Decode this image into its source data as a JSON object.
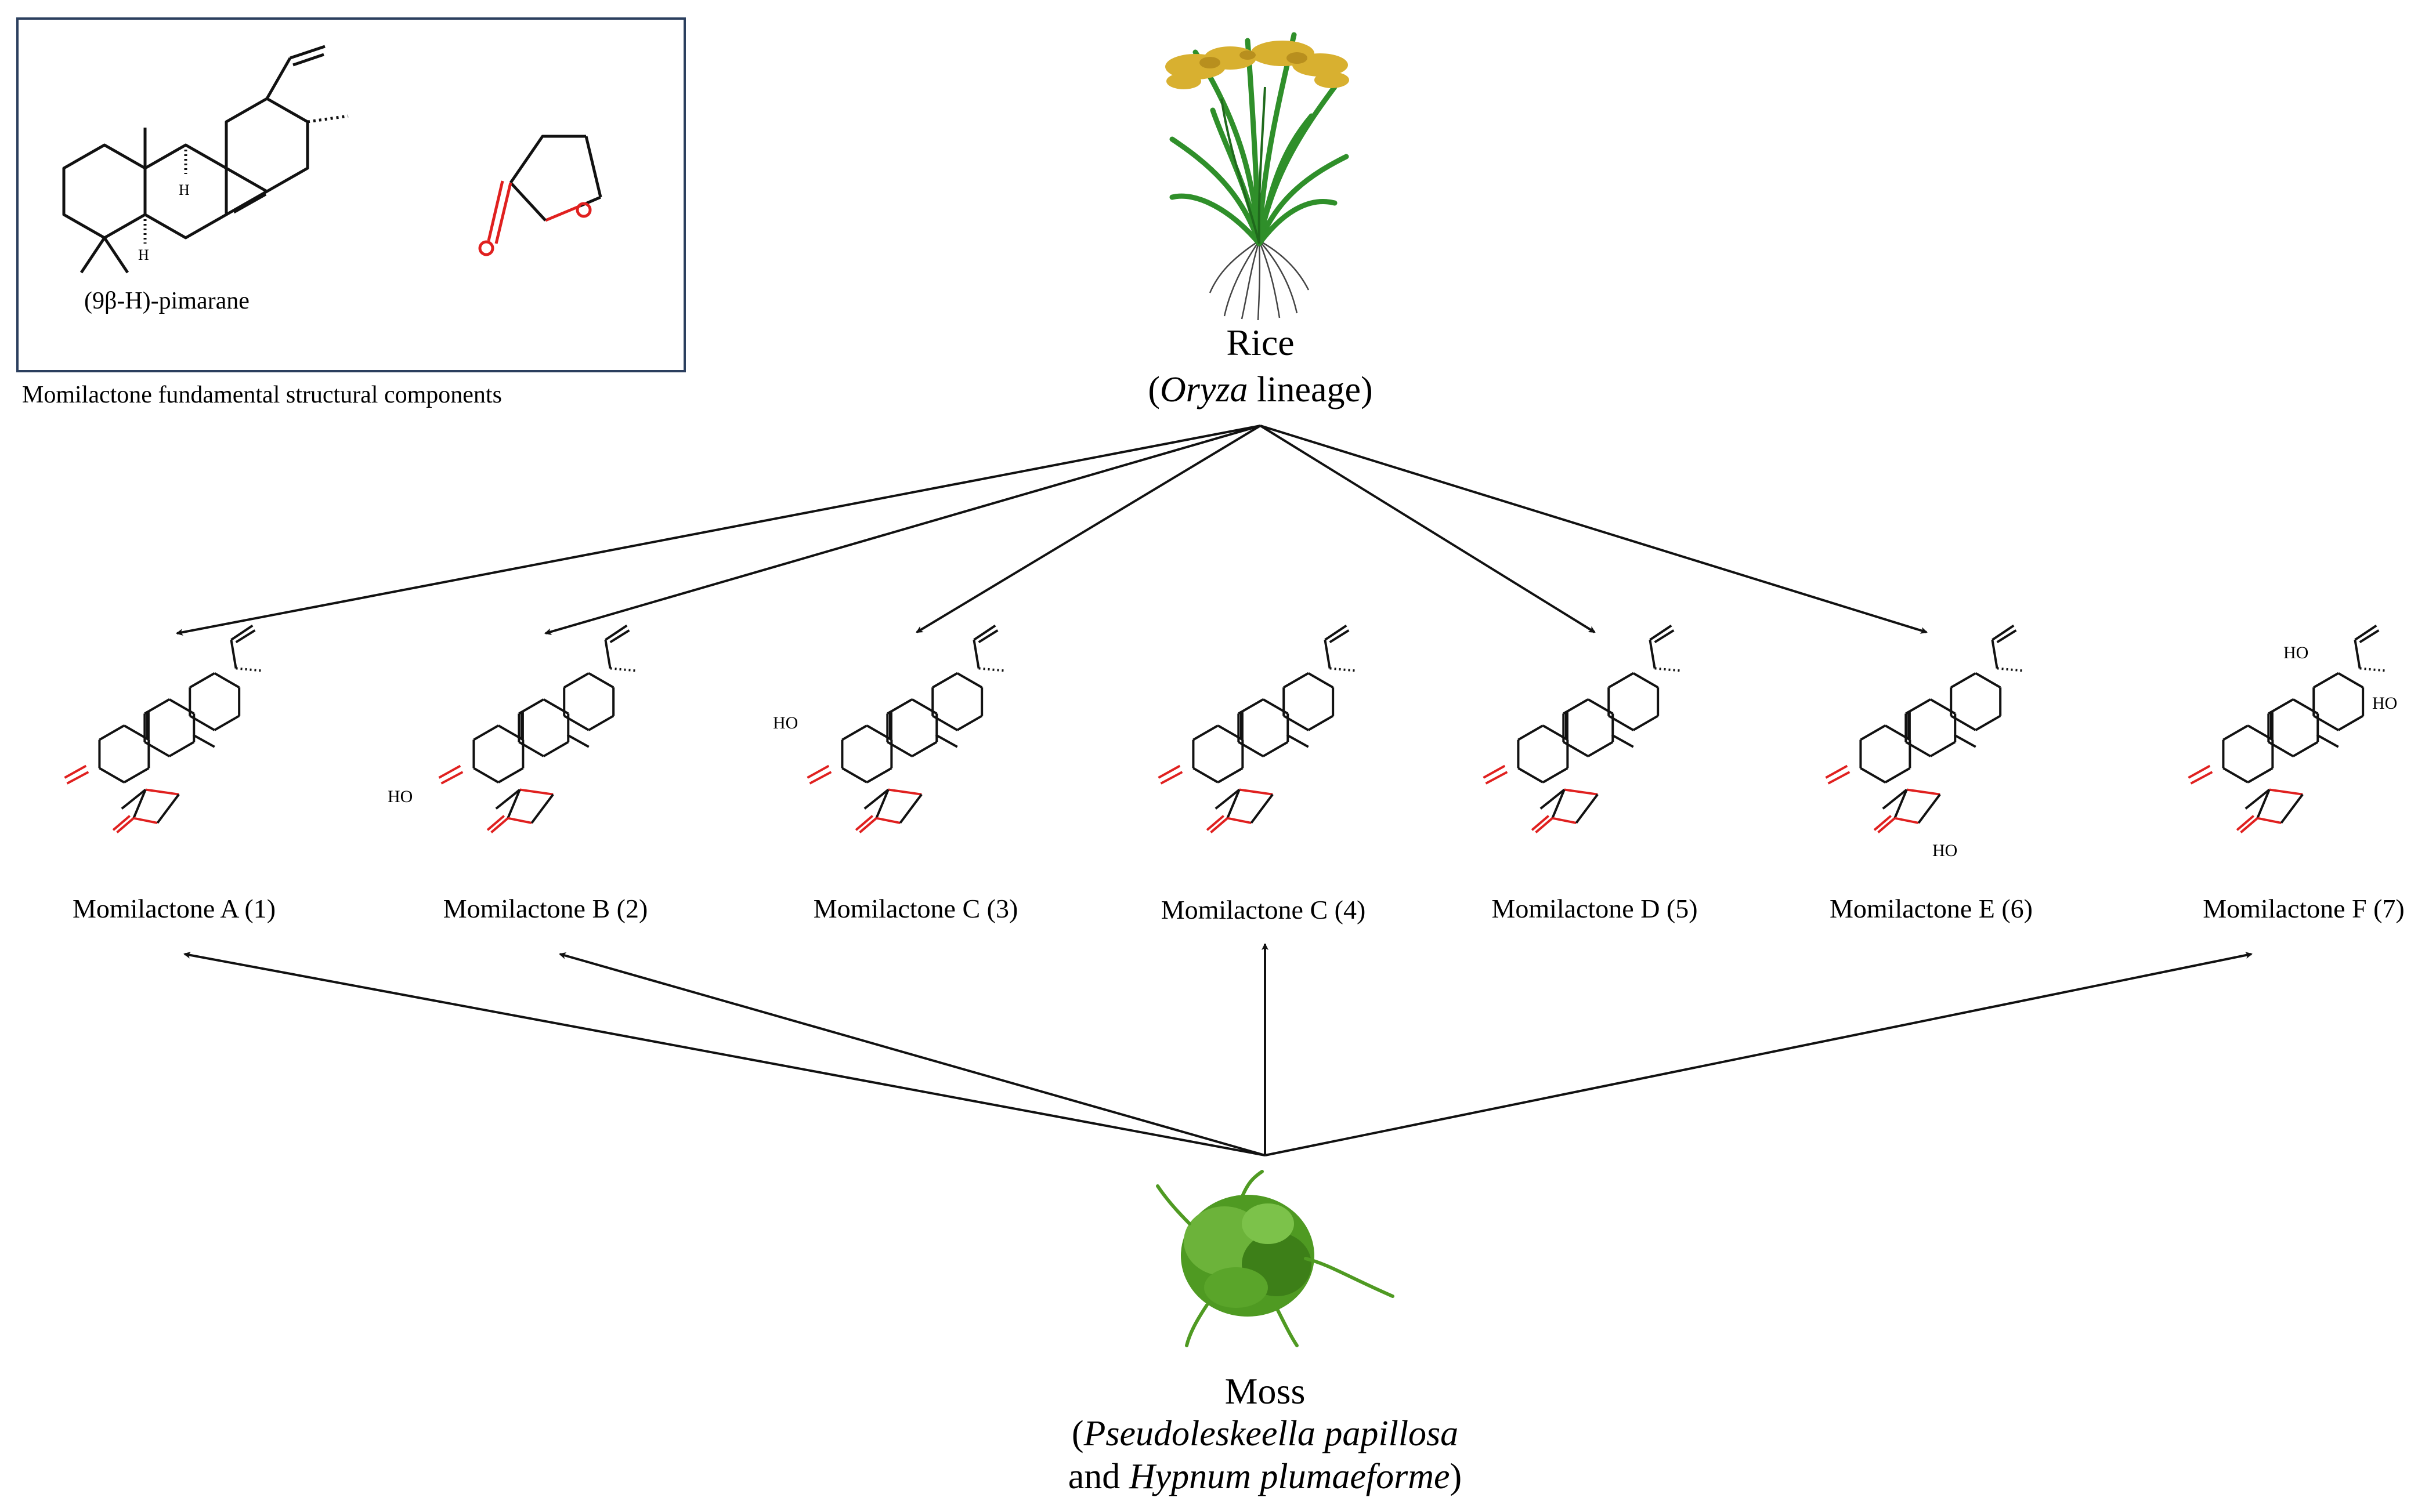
{
  "structure_box": {
    "pimarane_label": "(9β-H)-pimarane",
    "caption": "Momilactone fundamental structural components"
  },
  "rice": {
    "name": "Rice",
    "lineage_open": "(",
    "lineage_genus": "Oryza",
    "lineage_rest": " lineage)"
  },
  "moss": {
    "name": "Moss",
    "line1_open": "(",
    "line1_species": "Pseudoleskeella papillosa",
    "line2_and": "and ",
    "line2_species": "Hypnum plumaeforme",
    "line2_close": ")"
  },
  "compounds": [
    {
      "name": "Momilactone A (1)",
      "substituent": ""
    },
    {
      "name": "Momilactone B (2)",
      "substituent": "HO"
    },
    {
      "name": "Momilactone C (3)",
      "substituent": "HO"
    },
    {
      "name": "Momilactone C (4)",
      "substituent": ""
    },
    {
      "name": "Momilactone D (5)",
      "substituent": ""
    },
    {
      "name": "Momilactone E (6)",
      "substituent": "HO"
    },
    {
      "name": "Momilactone F (7)",
      "substituent": "HO"
    }
  ],
  "extra_labels": {
    "f_ho_top": "HO",
    "f_ho_right": "HO",
    "h": "H"
  },
  "arrows": {
    "from_rice": [
      "Momilactone A (1)",
      "Momilactone B (2)",
      "Momilactone C (3)",
      "Momilactone D (5)",
      "Momilactone E (6)"
    ],
    "from_moss": [
      "Momilactone A (1)",
      "Momilactone B (2)",
      "Momilactone C (4)",
      "Momilactone F (7)"
    ]
  },
  "colors": {
    "oxygen": "#e0201f",
    "bond": "#111111",
    "box_border": "#2b3f5e",
    "rice_leaf": "#2f8f2a",
    "rice_grain": "#d8b030",
    "moss": "#4f9a22"
  }
}
